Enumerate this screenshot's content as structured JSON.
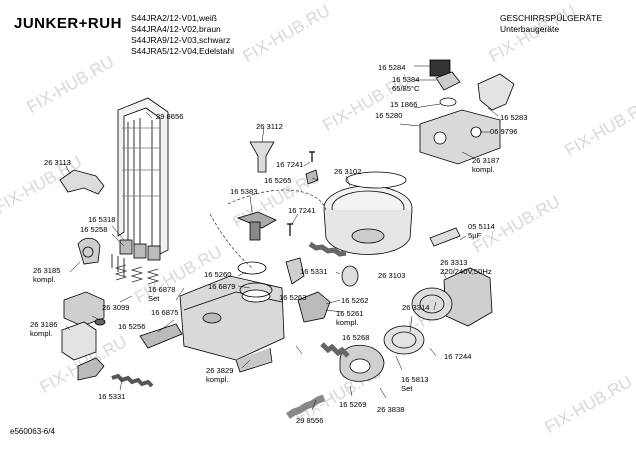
{
  "header": {
    "brand": "JUNKER+RUH",
    "models": [
      "S44JRA2/12-V01,weiß",
      "S44JRA4/12-V02,braun",
      "S44JRA9/12-V03,schwarz",
      "S44JRA5/12-V04,Edelstahl"
    ],
    "category": [
      "GESCHIRRSPÜLGERÄTE",
      "Unterbaugeräte"
    ]
  },
  "watermark": "FIX-HUB.RU",
  "footer": {
    "doc_id": "e560063-6/4"
  },
  "parts": {
    "p298656": "29 8656",
    "p263112": "26 3112",
    "p263113": "26 3113",
    "p167241a": "16 7241",
    "p165265": "16 5265",
    "p263102": "26 3102",
    "p165383": "16 5383",
    "p167241b": "16 7241",
    "p165318": "16 5318",
    "p165258": "16 5258",
    "p165284": "16 5284",
    "p165384": "16 5384",
    "p165384_note": "65/85°C",
    "p151866": "15 1866",
    "p165280": "16 5280",
    "p165283": "16 5283",
    "p069796": "06 9796",
    "p263187": "26 3187",
    "p263187_note": "kompl.",
    "p055114": "05 5114",
    "p055114_note": "5µF",
    "p263313": "26 3313",
    "p263313_note": "220/240V,50Hz",
    "p263185": "26 3185",
    "p263185_note": "kompl.",
    "p165260": "16 5260",
    "p166879": "16 6879",
    "p166878": "16 6878",
    "p166878_note": "Set",
    "p165331a": "16 5331",
    "p263103": "26 3103",
    "p263099": "26 3099",
    "p165263": "16 5263",
    "p165262": "16 5262",
    "p165261": "16 5261",
    "p165261_note": "kompl.",
    "p166875": "16 6875",
    "p263314": "26 3314",
    "p263186": "26 3186",
    "p263186_note": "kompl.",
    "p165256": "16 5256",
    "p165268": "16 5268",
    "p167244": "16 7244",
    "p263829": "26 3829",
    "p263829_note": "kompl.",
    "p165813": "16 5813",
    "p165813_note": "Set",
    "p165331b": "16 5331",
    "p165269": "16 5269",
    "p263838": "26 3838",
    "p298556": "29 8556"
  }
}
